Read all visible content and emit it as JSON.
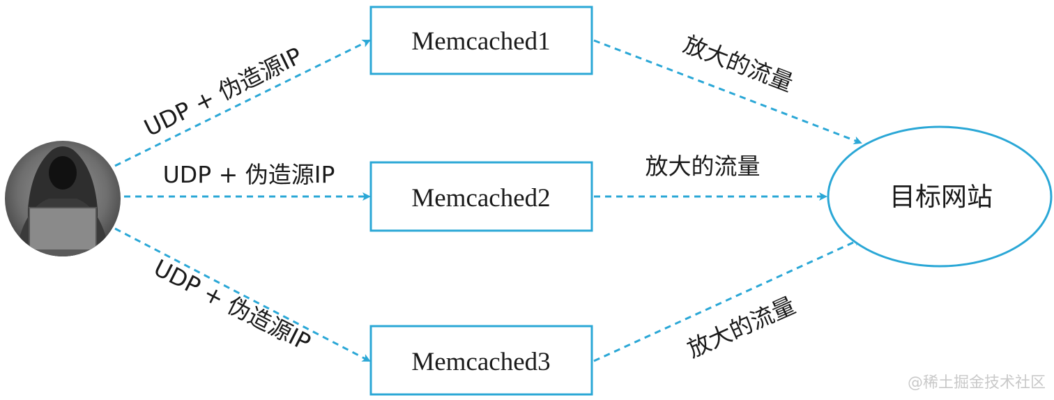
{
  "diagram": {
    "attacker": {
      "icon": "hacker-icon"
    },
    "servers": [
      {
        "label": "Memcached1"
      },
      {
        "label": "Memcached2"
      },
      {
        "label": "Memcached3"
      }
    ],
    "target": {
      "label": "目标网站"
    },
    "edges": {
      "request_label": "UDP + 伪造源IP",
      "response_label": "放大的流量"
    },
    "colors": {
      "accent": "#2aa7d6",
      "text": "#1a1a1a"
    }
  },
  "watermark": "@稀土掘金技术社区"
}
